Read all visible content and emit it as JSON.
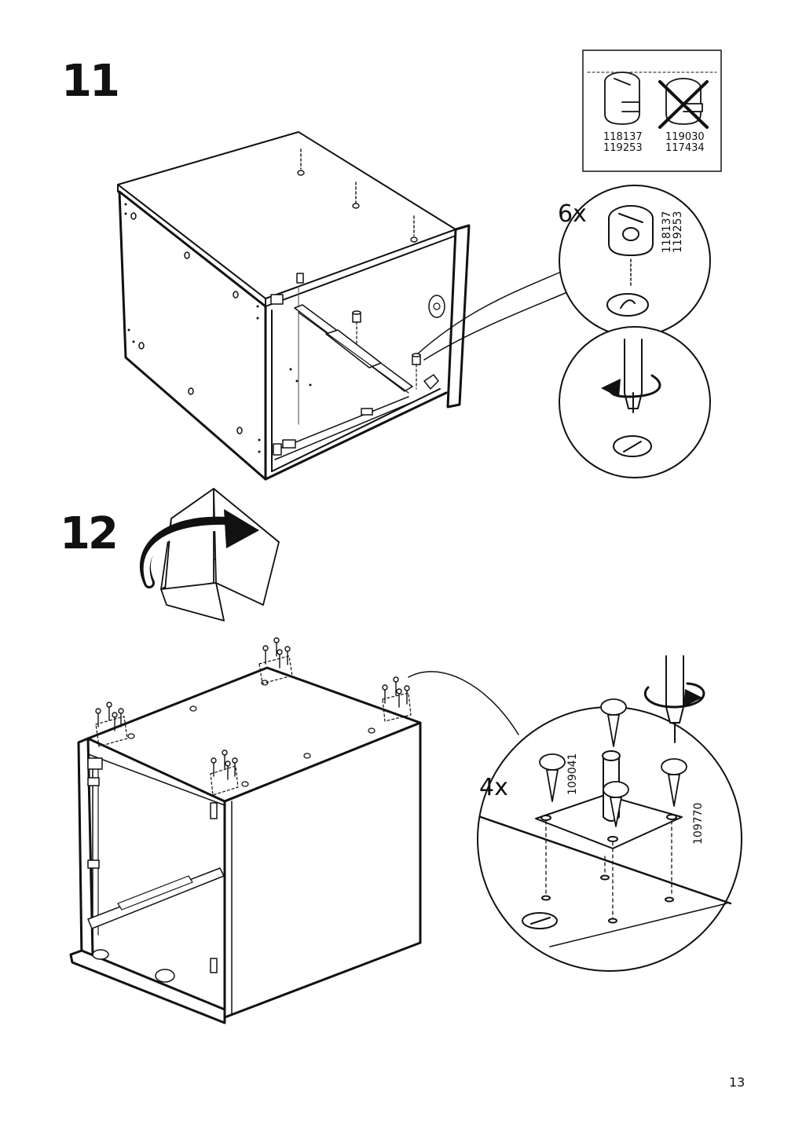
{
  "step11": {
    "number": "11",
    "quantity": "6x",
    "part_numbers": [
      "118137",
      "119253"
    ],
    "compare_box": {
      "correct_parts": [
        "118137",
        "119253"
      ],
      "wrong_parts": [
        "119030",
        "117434"
      ]
    }
  },
  "step12": {
    "number": "12",
    "quantity": "4x",
    "screw_part": "109041",
    "foot_part": "109770"
  },
  "page_number": "13"
}
